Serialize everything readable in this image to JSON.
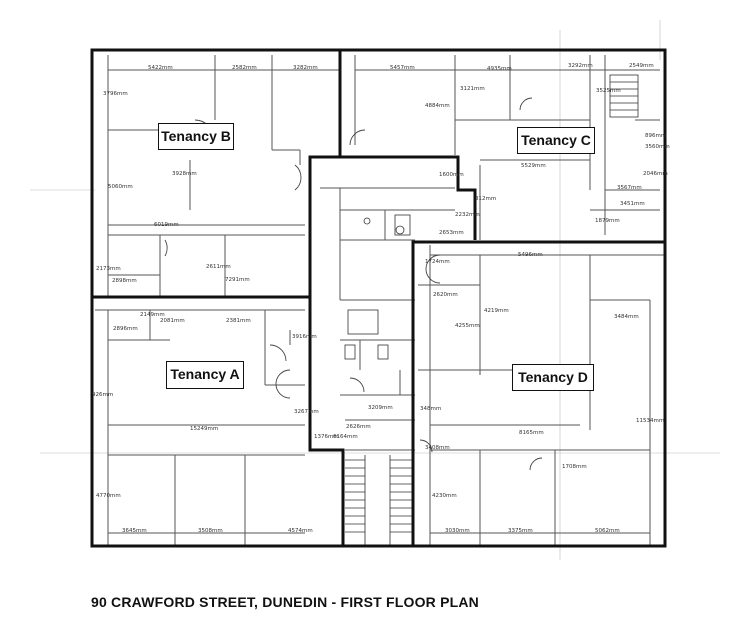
{
  "caption": "90 CRAWFORD STREET, DUNEDIN - FIRST FLOOR PLAN",
  "tenancies": {
    "a": "Tenancy A",
    "b": "Tenancy B",
    "c": "Tenancy C",
    "d": "Tenancy D"
  },
  "dimensions": {
    "b_5422": "5422mm",
    "b_2582": "2582mm",
    "b_3282": "3282mm",
    "b_3796": "3796mm",
    "b_3928": "3928mm",
    "b_5060": "5060mm",
    "b_6019": "6019mm",
    "b_2173": "2173mm",
    "b_2898": "2898mm",
    "b_2611": "2611mm",
    "b_7291": "7291mm",
    "c_5457": "5457mm",
    "c_4935": "4935mm",
    "c_3292": "3292mm",
    "c_2549": "2549mm",
    "c_3121": "3121mm",
    "c_4884": "4884mm",
    "c_3525": "3525mm",
    "c_896": "896mm",
    "c_3560": "3560mm",
    "c_5529": "5529mm",
    "c_2046": "2046mm",
    "c_3567": "3567mm",
    "c_3451": "3451mm",
    "c_1879": "1879mm",
    "s_1600": "1600mm",
    "s_2232": "2232mm",
    "s_2653": "2653mm",
    "s_312": "312mm",
    "a_2149": "2149mm",
    "a_2081": "2081mm",
    "a_2896": "2896mm",
    "a_2381": "2381mm",
    "a_3916": "3916mm",
    "a_3267": "3267mm",
    "a_15249": "15249mm",
    "a_926": "926mm",
    "a_1376": "1376mm",
    "a_6164": "6164mm",
    "a_4770": "4770mm",
    "a_3645": "3645mm",
    "a_3508": "3508mm",
    "a_4574": "4574mm",
    "d_1724": "1724mm",
    "d_5496": "5496mm",
    "d_2620": "2620mm",
    "d_4219": "4219mm",
    "d_4255": "4255mm",
    "d_3484": "3484mm",
    "d_348": "348mm",
    "d_3209": "3209mm",
    "d_2626": "2626mm",
    "d_8165": "8165mm",
    "d_11534": "11534mm",
    "d_3408": "3408mm",
    "d_1708": "1708mm",
    "d_4230": "4230mm",
    "d_3030": "3030mm",
    "d_3375": "3375mm",
    "d_5062": "5062mm"
  }
}
